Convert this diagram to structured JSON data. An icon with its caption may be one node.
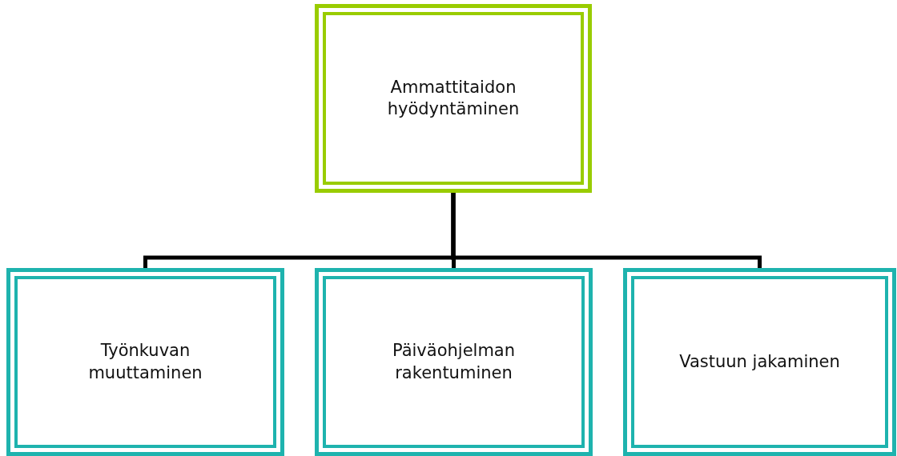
{
  "diagram": {
    "nodes": [
      {
        "text": [
          "Ammattitaidon hyödyntäminen"
        ]
      },
      {
        "text": [
          "Työnkuvan muuttaminen"
        ]
      },
      {
        "text": [
          "Päiväohjelman rakentuminen"
        ]
      },
      {
        "text": [
          "Vastuun jakaminen"
        ]
      }
    ],
    "edges": [
      {
        "from": 0,
        "to": 1,
        "arrow": "none"
      },
      {
        "from": 0,
        "to": 2,
        "arrow": "none"
      },
      {
        "from": 0,
        "to": 3,
        "arrow": "none"
      }
    ]
  }
}
